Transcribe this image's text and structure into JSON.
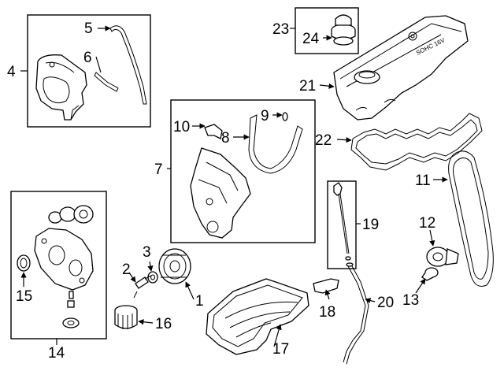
{
  "callouts": {
    "c1": "1",
    "c2": "2",
    "c3": "3",
    "c4": "4",
    "c5": "5",
    "c6": "6",
    "c7": "7",
    "c8": "8",
    "c9": "9",
    "c10": "10",
    "c11": "11",
    "c12": "12",
    "c13": "13",
    "c14": "14",
    "c15": "15",
    "c16": "16",
    "c17": "17",
    "c18": "18",
    "c19": "19",
    "c20": "20",
    "c21": "21",
    "c22": "22",
    "c23": "23",
    "c24": "24"
  },
  "valve_cover_marking": "SOHC 16V"
}
